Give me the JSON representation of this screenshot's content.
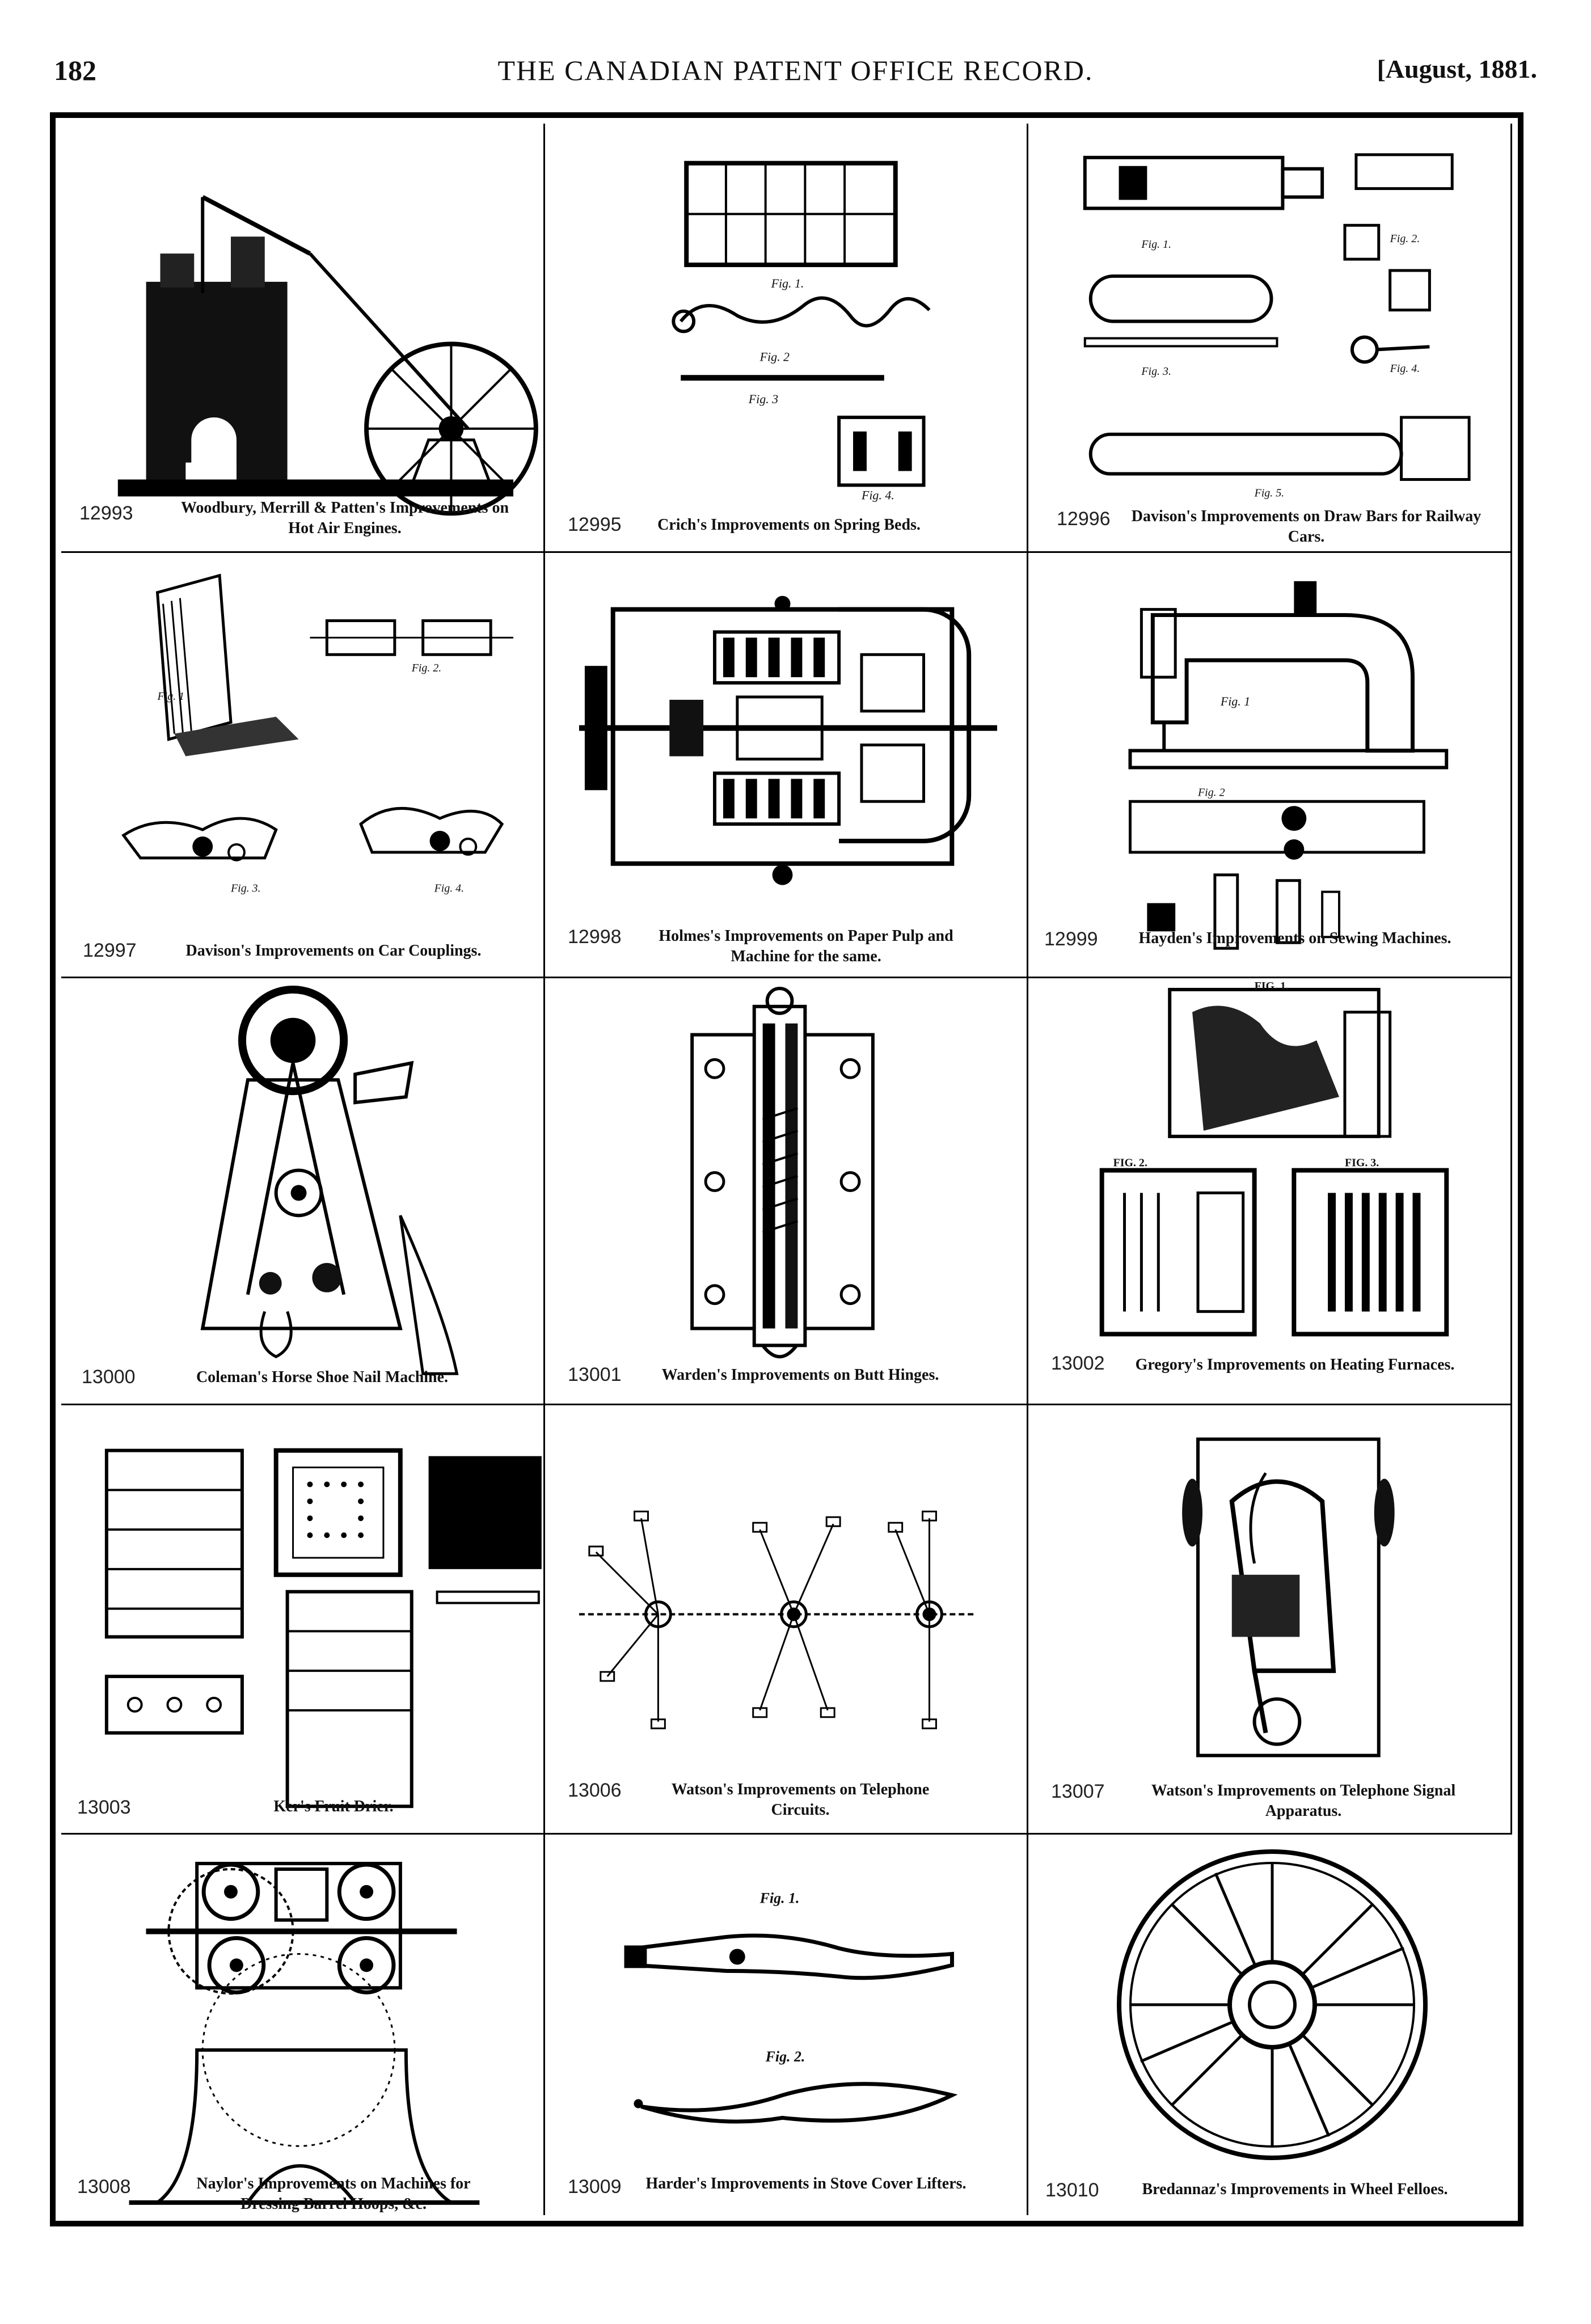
{
  "header": {
    "page_number": "182",
    "title": "THE CANADIAN PATENT OFFICE RECORD.",
    "date": "[August, 1881."
  },
  "patents": [
    {
      "number": "12993",
      "caption": "Woodbury, Merrill & Patten's Improvements on Hot Air Engines.",
      "figure": "hot-air-engine-icon"
    },
    {
      "number": "12995",
      "caption": "Crich's Improvements on Spring Beds.",
      "figure": "spring-bed-icon"
    },
    {
      "number": "12996",
      "caption": "Davison's Improvements on Draw Bars for Railway Cars.",
      "figure": "draw-bar-icon"
    },
    {
      "number": "12997",
      "caption": "Davison's Improvements on Car Couplings.",
      "figure": "car-coupling-icon"
    },
    {
      "number": "12998",
      "caption": "Holmes's Improvements on Paper Pulp and Machine for the same.",
      "figure": "paper-pulp-machine-icon"
    },
    {
      "number": "12999",
      "caption": "Hayden's Improvements on Sewing Machines.",
      "figure": "sewing-machine-icon"
    },
    {
      "number": "13000",
      "caption": "Coleman's Horse Shoe Nail Machine.",
      "figure": "nail-machine-icon"
    },
    {
      "number": "13001",
      "caption": "Warden's Improvements on Butt Hinges.",
      "figure": "butt-hinge-icon"
    },
    {
      "number": "13002",
      "caption": "Gregory's Improvements on Heating Furnaces.",
      "figure": "heating-furnace-icon"
    },
    {
      "number": "13003",
      "caption": "Ker's Fruit Drier.",
      "figure": "fruit-drier-icon"
    },
    {
      "number": "13006",
      "caption": "Watson's Improvements on Telephone Circuits.",
      "figure": "telephone-circuit-icon"
    },
    {
      "number": "13007",
      "caption": "Watson's Improvements on Telephone Signal Apparatus.",
      "figure": "telephone-signal-icon"
    },
    {
      "number": "13008",
      "caption": "Naylor's Improvements on Machines for Dressing Barrel Hoops, &c.",
      "figure": "barrel-hoop-machine-icon"
    },
    {
      "number": "13009",
      "caption": "Harder's Improvements in Stove Cover Lifters.",
      "figure": "stove-cover-lifter-icon"
    },
    {
      "number": "13010",
      "caption": "Bredannaz's Improvements in Wheel Felloes.",
      "figure": "wheel-felloe-icon"
    }
  ],
  "figure_labels": {
    "spring_bed": [
      "Fig. 1.",
      "Fig. 2",
      "Fig. 3",
      "Fig. 4."
    ],
    "draw_bar": [
      "Fig. 1.",
      "Fig. 2.",
      "Fig. 3.",
      "Fig. 4.",
      "Fig. 5."
    ],
    "car_coupling": [
      "Fig. 1",
      "Fig. 2.",
      "Fig. 3.",
      "Fig. 4."
    ],
    "sewing": [
      "Fig. 1",
      "Fig. 2"
    ],
    "furnace": [
      "FIG. 1.",
      "FIG. 2.",
      "FIG. 3."
    ],
    "lifter": [
      "Fig. 1.",
      "Fig. 2."
    ]
  }
}
